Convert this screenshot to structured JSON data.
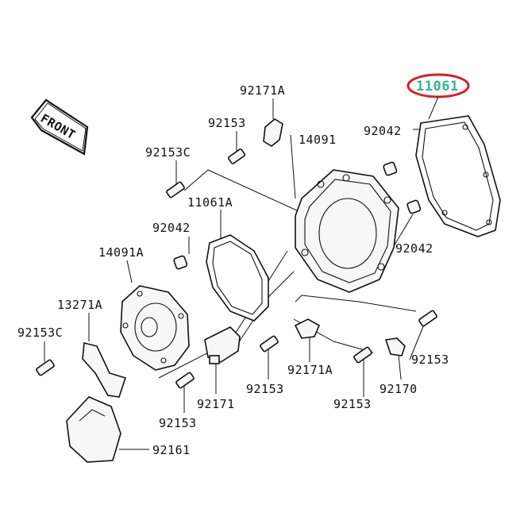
{
  "diagram": {
    "front_label": "FRONT",
    "highlight_color": "#d81f26",
    "highlight_fill": "#2fb890",
    "labels": {
      "highlighted": "11061",
      "p92171A_top": "92171A",
      "p92153_top": "92153",
      "p92153C_top": "92153C",
      "p14091": "14091",
      "p92042_top_right": "92042",
      "p11061A": "11061A",
      "p92042_left": "92042",
      "p14091A": "14091A",
      "p92042_bottom_right": "92042",
      "p13271A": "13271A",
      "p92153C_left": "92153C",
      "p92153_bottom_right": "92153",
      "p92171A_bottom": "92171A",
      "p92153_mid": "92153",
      "p92170": "92170",
      "p92153_bottom": "92153",
      "p92171": "92171",
      "p92153_lower_left": "92153",
      "p92161": "92161"
    }
  }
}
